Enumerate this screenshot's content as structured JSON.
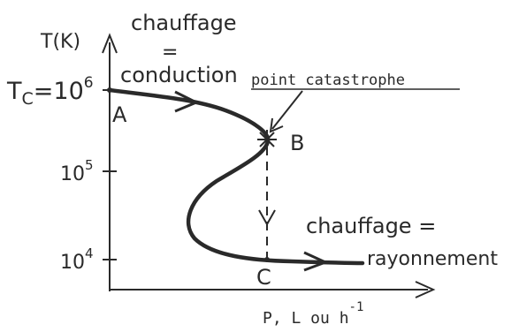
{
  "diagram": {
    "axes": {
      "y_label": "T(K)",
      "x_label": "P, L ou h",
      "x_label_exp": "-1",
      "ticks": [
        {
          "base": "10",
          "exp": "5"
        },
        {
          "base": "10",
          "exp": "4"
        }
      ]
    },
    "labels": {
      "tc_prefix": "T",
      "tc_sub": "C",
      "tc_eq": "=10",
      "tc_exp": "6",
      "conduction_line1": "chauffage",
      "conduction_eq": "=",
      "conduction_line2": "conduction",
      "catastrophe": "point catastrophe",
      "radiation_line1": "chauffage =",
      "radiation_line2": "rayonnement",
      "point_a": "A",
      "point_b": "B",
      "point_c": "C"
    },
    "colors": {
      "ink": "#2a2a2a",
      "background": "#ffffff"
    }
  }
}
